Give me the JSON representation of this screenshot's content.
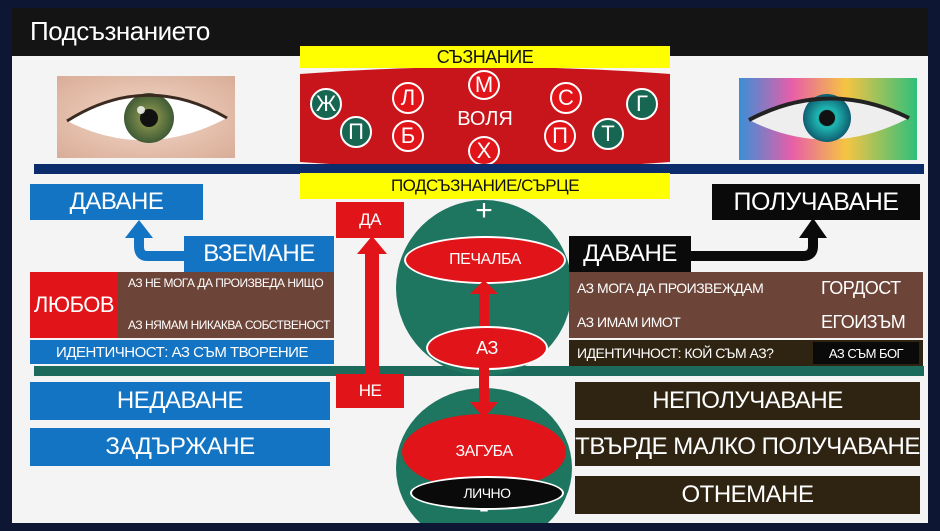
{
  "header": {
    "title": "Подсъзнанието"
  },
  "top": {
    "consciousness": "СЪЗНАНИЕ",
    "will": "ВОЛЯ",
    "letters": [
      "Ж",
      "П",
      "Л",
      "Б",
      "М",
      "Х",
      "С",
      "П",
      "Г",
      "Т"
    ]
  },
  "subconscious_bar": "ПОДСЪЗНАНИЕ/СЪРЦЕ",
  "left": {
    "giving": "ДАВАНЕ",
    "taking": "ВЗЕМАНЕ",
    "love": "ЛЮБОВ",
    "line1": "АЗ НЕ МОГА ДА ПРОИЗВЕДА НИЩО",
    "line2": "АЗ НЯМАМ НИКАКВА СОБСТВЕНОСТ",
    "identity": "ИДЕНТИЧНОСТ: АЗ СЪМ ТВОРЕНИЕ",
    "not_giving": "НЕДАВАНЕ",
    "holding": "ЗАДЪРЖАНЕ"
  },
  "center": {
    "yes": "ДА",
    "no": "НЕ",
    "plus": "+",
    "minus": "-",
    "gain": "ПЕЧАЛБА",
    "self": "АЗ",
    "loss": "ЗАГУБА",
    "personal": "ЛИЧНО"
  },
  "right": {
    "receiving": "ПОЛУЧАВАНЕ",
    "giving": "ДАВАНЕ",
    "line1": "АЗ МОГА ДА ПРОИЗВЕЖДАМ",
    "pride": "ГОРДОСТ",
    "line2": "АЗ ИМАМ ИМОТ",
    "egoism": "ЕГОИЗЪМ",
    "identity": "ИДЕНТИЧНОСТ: КОЙ СЪМ АЗ?",
    "god": "АЗ СЪМ БОГ",
    "not_receiving": "НЕПОЛУЧАВАНЕ",
    "very_little": "ТВЪРДЕ МАЛКО ПОЛУЧАВАНЕ",
    "taking_away": "ОТНЕМАНЕ"
  },
  "colors": {
    "red": "#e1141a",
    "green": "#176652",
    "blue": "#1474c4",
    "brown": "#6d4438",
    "dark": "#2e2411",
    "yellow": "#ffff00"
  },
  "icons": [
    "left-eye-image",
    "right-eye-image",
    "arrow-up-left-icon",
    "arrow-up-right-icon",
    "double-arrow-icon"
  ]
}
